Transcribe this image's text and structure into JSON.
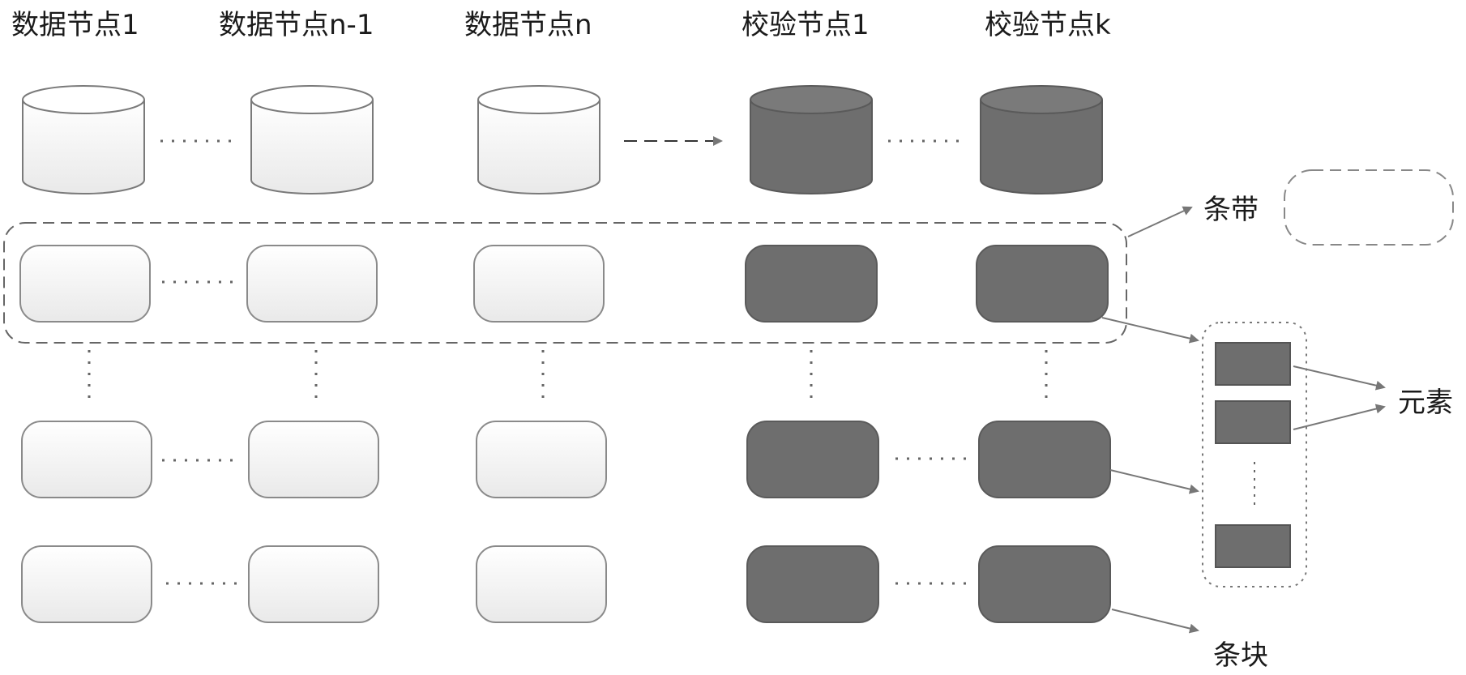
{
  "nodes": [
    {
      "label": "数据节点1",
      "kind": "data"
    },
    {
      "label": "数据节点n-1",
      "kind": "data"
    },
    {
      "label": "数据节点n",
      "kind": "data"
    },
    {
      "label": "校验节点1",
      "kind": "parity"
    },
    {
      "label": "校验节点k",
      "kind": "parity"
    }
  ],
  "legend": {
    "stripe": "条带",
    "element": "元素",
    "strip": "条块"
  },
  "colors": {
    "data_fill": "#f4f4f4",
    "parity_fill": "#6e6e6e",
    "stroke": "#7a7a7a",
    "dash": "#666666"
  }
}
